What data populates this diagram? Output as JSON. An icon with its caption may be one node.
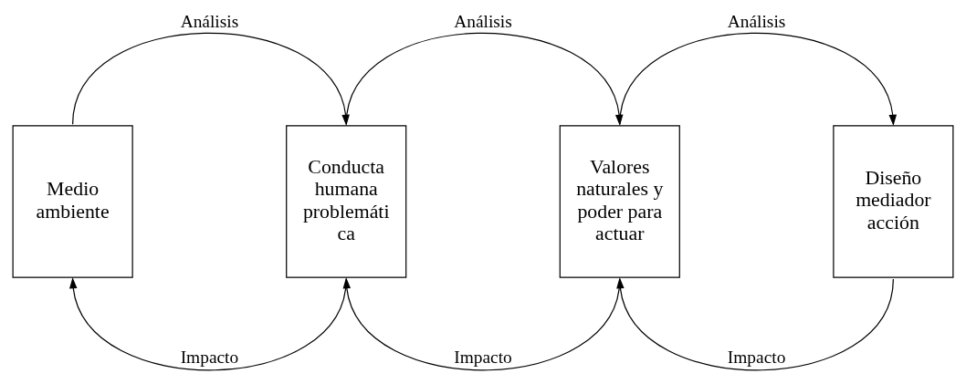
{
  "diagram": {
    "nodes": [
      {
        "text": [
          "Medio ambiente"
        ]
      },
      {
        "text": [
          "Conducta humana problemáti ca"
        ]
      },
      {
        "text": [
          "Valores naturales y poder para actuar"
        ]
      },
      {
        "text": [
          "Diseño mediador acción"
        ]
      }
    ],
    "edges": [
      {
        "from": 0,
        "to": 1,
        "arrow": "to",
        "label": "Análisis"
      },
      {
        "from": 1,
        "to": 0,
        "arrow": "to",
        "label": "Impacto"
      },
      {
        "from": 1,
        "to": 2,
        "arrow": "to",
        "label": "Análisis"
      },
      {
        "from": 2,
        "to": 1,
        "arrow": "to",
        "label": "Impacto"
      },
      {
        "from": 2,
        "to": 3,
        "arrow": "to",
        "label": "Análisis"
      },
      {
        "from": 3,
        "to": 2,
        "arrow": "to",
        "label": "Impacto"
      }
    ]
  }
}
